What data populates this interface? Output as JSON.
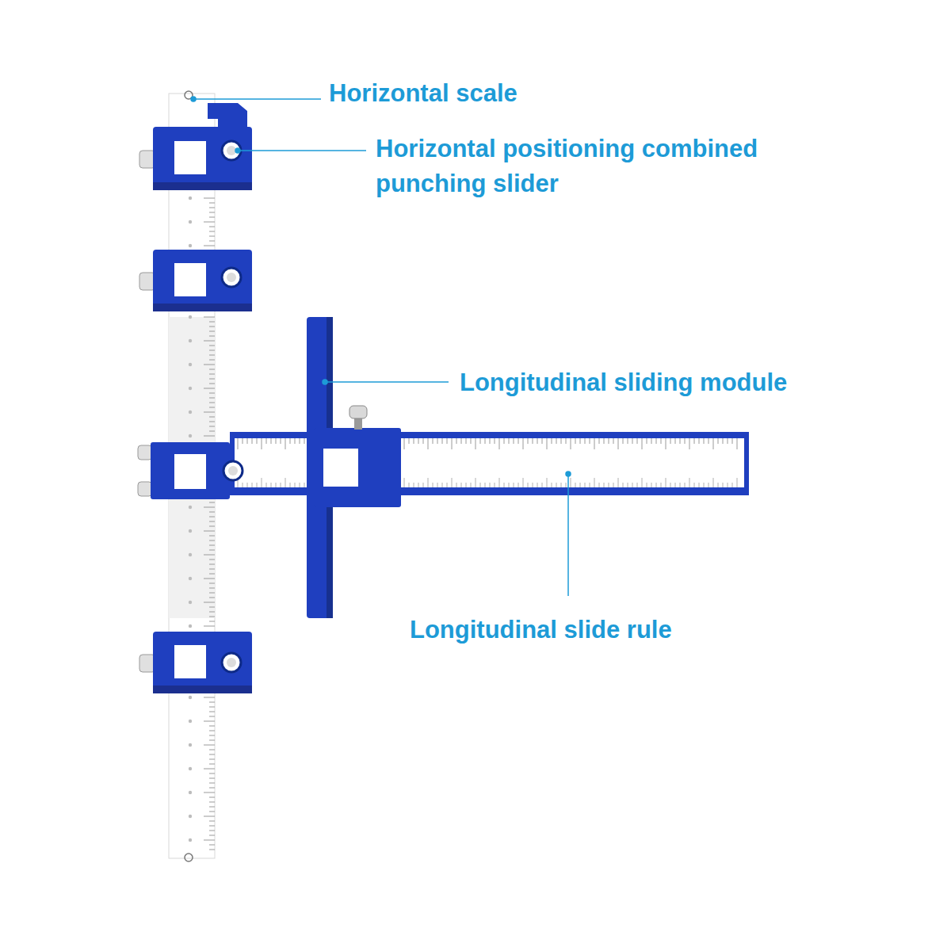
{
  "diagram": {
    "labels": [
      "Horizontal scale",
      "Horizontal positioning combined punching slider",
      "Longitudinal sliding module",
      "Longitudinal slide rule"
    ]
  }
}
